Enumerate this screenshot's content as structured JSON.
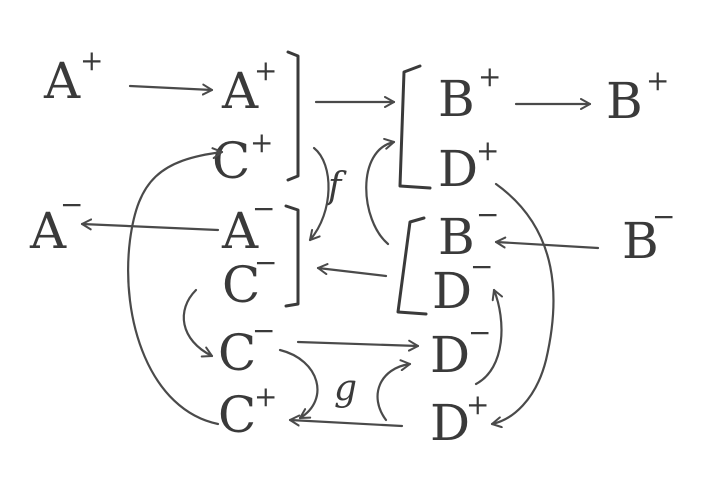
{
  "nodes": {
    "a_plus_left": {
      "base": "A",
      "sup": "+"
    },
    "a_plus_mid": {
      "base": "A",
      "sup": "+"
    },
    "c_plus_top": {
      "base": "C",
      "sup": "+"
    },
    "a_minus_left": {
      "base": "A",
      "sup": "−"
    },
    "a_minus_mid": {
      "base": "A",
      "sup": "−"
    },
    "c_minus_mid": {
      "base": "C",
      "sup": "−"
    },
    "b_plus_mid": {
      "base": "B",
      "sup": "+"
    },
    "b_plus_right": {
      "base": "B",
      "sup": "+"
    },
    "d_plus_top": {
      "base": "D",
      "sup": "+"
    },
    "b_minus_mid": {
      "base": "B",
      "sup": "−"
    },
    "b_minus_right": {
      "base": "B",
      "sup": "−"
    },
    "d_minus_mid": {
      "base": "D",
      "sup": "−"
    },
    "c_minus_low": {
      "base": "C",
      "sup": "−"
    },
    "c_plus_low": {
      "base": "C",
      "sup": "+"
    },
    "d_minus_low": {
      "base": "D",
      "sup": "−"
    },
    "d_plus_low": {
      "base": "D",
      "sup": "+"
    }
  },
  "map_labels": {
    "f": "f",
    "g": "g"
  }
}
